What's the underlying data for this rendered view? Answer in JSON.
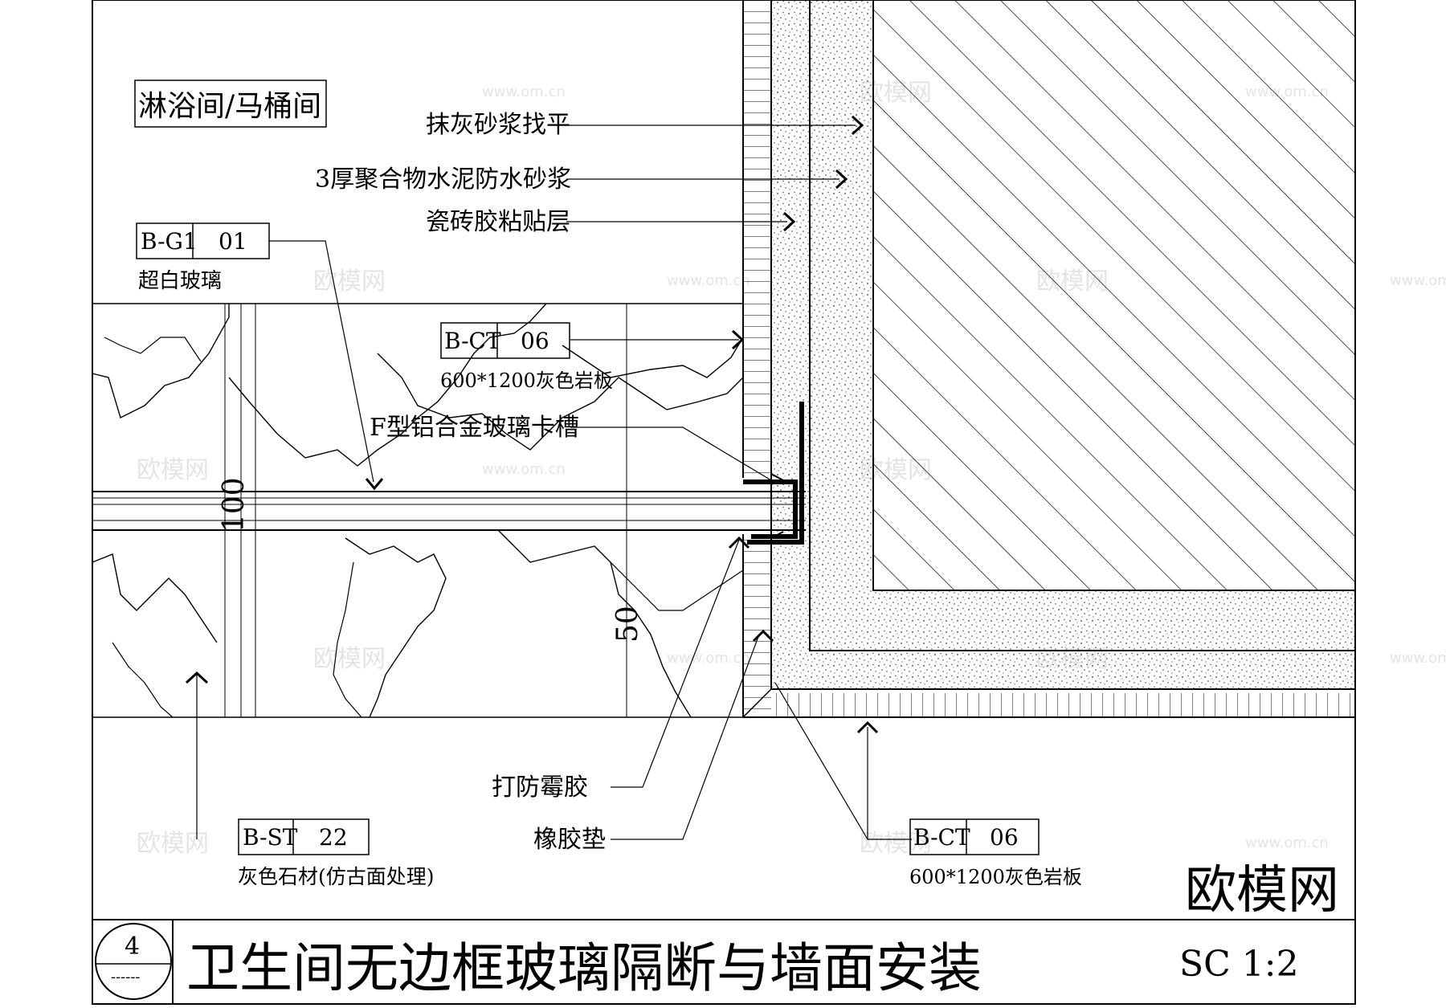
{
  "room_label": "淋浴间/马桶间",
  "callouts": {
    "plaster": "抹灰砂浆找平",
    "waterproof": "3厚聚合物水泥防水砂浆",
    "adhesive": "瓷砖胶粘贴层",
    "channel": "F型铝合金玻璃卡槽",
    "mildew_sealant": "打防霉胶",
    "rubber_pad": "橡胶垫"
  },
  "tags": {
    "glass": {
      "code": "B-G1",
      "num": "01",
      "desc": "超白玻璃"
    },
    "slab_top": {
      "code": "B-CT",
      "num": "06",
      "desc": "600*1200灰色岩板"
    },
    "stone": {
      "code": "B-ST",
      "num": "22",
      "desc": "灰色石材(仿古面处理)"
    },
    "slab_bottom": {
      "code": "B-CT",
      "num": "06",
      "desc": "600*1200灰色岩板"
    }
  },
  "dimensions": {
    "glass": "100",
    "lower": "50"
  },
  "title_block": {
    "index": "4",
    "title": "卫生间无边框玻璃隔断与墙面安装",
    "scale": "SC 1:2"
  },
  "brand": "欧模网",
  "watermark": {
    "site": "www.om.cn",
    "brand": "欧模网"
  }
}
